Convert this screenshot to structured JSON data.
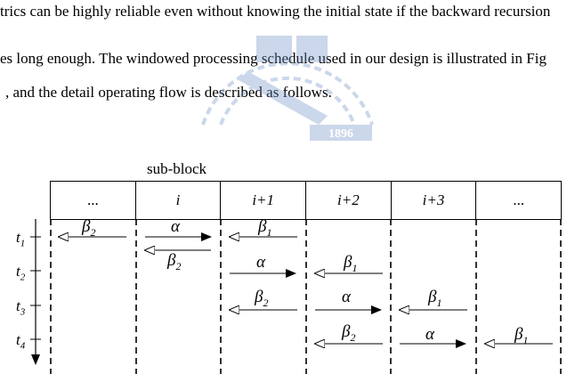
{
  "paragraph": {
    "line1": "trics can be highly reliable even without knowing the initial state if the backward recursion",
    "line2": "es long enough. The windowed processing schedule used in our design is illustrated in Fig",
    "line3": ", and the detail operating flow is described as follows."
  },
  "watermark": {
    "year": "1896",
    "color": "#6d8fc4"
  },
  "figure": {
    "sub_block_label": "sub-block",
    "columns": [
      "...",
      "i",
      "i+1",
      "i+2",
      "i+3",
      "..."
    ],
    "time_labels": [
      {
        "t": "t",
        "sub": "1"
      },
      {
        "t": "t",
        "sub": "2"
      },
      {
        "t": "t",
        "sub": "3"
      },
      {
        "t": "t",
        "sub": "4"
      }
    ],
    "symbols": {
      "beta": "β",
      "alpha": "α",
      "beta2_sub": "2",
      "beta1_sub": "1"
    }
  }
}
